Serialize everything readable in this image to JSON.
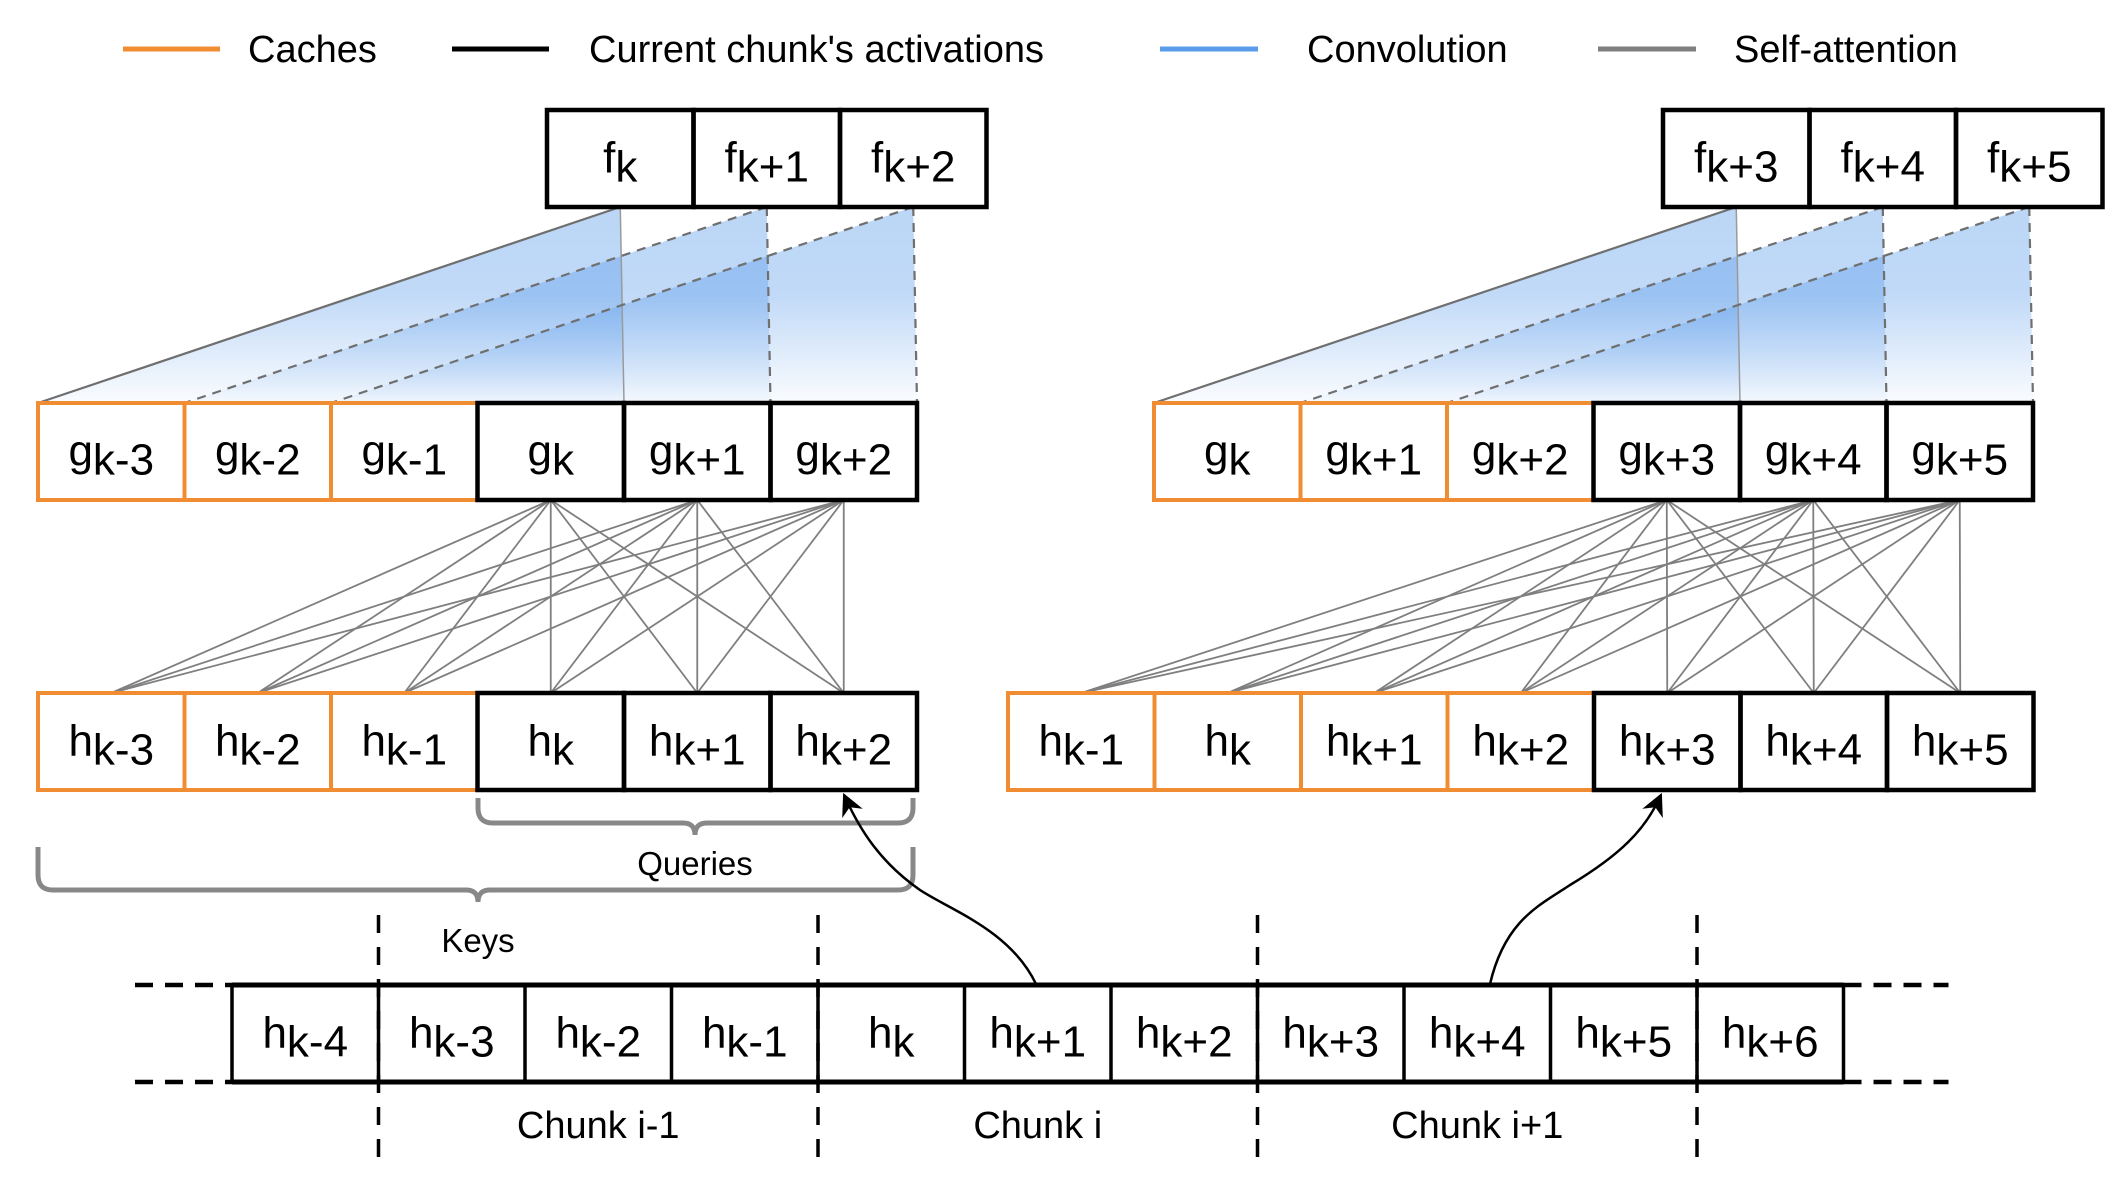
{
  "legend": [
    {
      "label": "Caches",
      "color": "#F08C32"
    },
    {
      "label": "Current chunk's activations",
      "color": "#000000"
    },
    {
      "label": "Convolution",
      "color": "#5A9BEA"
    },
    {
      "label": "Self-attention",
      "color": "#7F7F7F"
    }
  ],
  "colors": {
    "cache": "#F08C32",
    "current": "#000000",
    "convolution": "#5A9BEA",
    "attention": "#7F7F7F",
    "brace": "#888888"
  },
  "left_group": {
    "f_row": [
      {
        "base": "f",
        "sub": "k"
      },
      {
        "base": "f",
        "sub": "k+1"
      },
      {
        "base": "f",
        "sub": "k+2"
      }
    ],
    "g_row": [
      {
        "base": "g",
        "sub": "k-3",
        "kind": "cache"
      },
      {
        "base": "g",
        "sub": "k-2",
        "kind": "cache"
      },
      {
        "base": "g",
        "sub": "k-1",
        "kind": "cache"
      },
      {
        "base": "g",
        "sub": "k",
        "kind": "current"
      },
      {
        "base": "g",
        "sub": "k+1",
        "kind": "current"
      },
      {
        "base": "g",
        "sub": "k+2",
        "kind": "current"
      }
    ],
    "h_row": [
      {
        "base": "h",
        "sub": "k-3",
        "kind": "cache"
      },
      {
        "base": "h",
        "sub": "k-2",
        "kind": "cache"
      },
      {
        "base": "h",
        "sub": "k-1",
        "kind": "cache"
      },
      {
        "base": "h",
        "sub": "k",
        "kind": "current"
      },
      {
        "base": "h",
        "sub": "k+1",
        "kind": "current"
      },
      {
        "base": "h",
        "sub": "k+2",
        "kind": "current"
      }
    ],
    "queries_label": "Queries",
    "keys_label": "Keys"
  },
  "right_group": {
    "f_row": [
      {
        "base": "f",
        "sub": "k+3"
      },
      {
        "base": "f",
        "sub": "k+4"
      },
      {
        "base": "f",
        "sub": "k+5"
      }
    ],
    "g_row": [
      {
        "base": "g",
        "sub": "k",
        "kind": "cache"
      },
      {
        "base": "g",
        "sub": "k+1",
        "kind": "cache"
      },
      {
        "base": "g",
        "sub": "k+2",
        "kind": "cache"
      },
      {
        "base": "g",
        "sub": "k+3",
        "kind": "current"
      },
      {
        "base": "g",
        "sub": "k+4",
        "kind": "current"
      },
      {
        "base": "g",
        "sub": "k+5",
        "kind": "current"
      }
    ],
    "h_row": [
      {
        "base": "h",
        "sub": "k-1",
        "kind": "cache"
      },
      {
        "base": "h",
        "sub": "k",
        "kind": "cache"
      },
      {
        "base": "h",
        "sub": "k+1",
        "kind": "cache"
      },
      {
        "base": "h",
        "sub": "k+2",
        "kind": "cache"
      },
      {
        "base": "h",
        "sub": "k+3",
        "kind": "current"
      },
      {
        "base": "h",
        "sub": "k+4",
        "kind": "current"
      },
      {
        "base": "h",
        "sub": "k+5",
        "kind": "current"
      }
    ]
  },
  "sequence": {
    "cells": [
      {
        "base": "h",
        "sub": "k-4"
      },
      {
        "base": "h",
        "sub": "k-3"
      },
      {
        "base": "h",
        "sub": "k-2"
      },
      {
        "base": "h",
        "sub": "k-1"
      },
      {
        "base": "h",
        "sub": "k"
      },
      {
        "base": "h",
        "sub": "k+1"
      },
      {
        "base": "h",
        "sub": "k+2"
      },
      {
        "base": "h",
        "sub": "k+3"
      },
      {
        "base": "h",
        "sub": "k+4"
      },
      {
        "base": "h",
        "sub": "k+5"
      },
      {
        "base": "h",
        "sub": "k+6"
      }
    ],
    "chunks": [
      {
        "label": "Chunk i-1"
      },
      {
        "label": "Chunk i"
      },
      {
        "label": "Chunk i+1"
      }
    ]
  }
}
